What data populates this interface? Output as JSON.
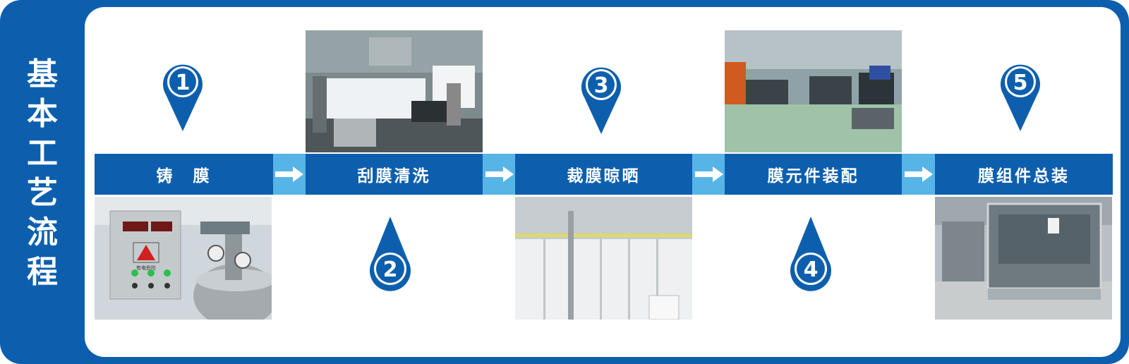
{
  "title": "基本工艺流程",
  "colors": {
    "primary": "#0d5fae",
    "band": "#57b4e7",
    "white": "#ffffff"
  },
  "steps": [
    {
      "number": "1",
      "label": "铸　膜"
    },
    {
      "number": "2",
      "label": "刮膜清洗"
    },
    {
      "number": "3",
      "label": "裁膜晾晒"
    },
    {
      "number": "4",
      "label": "膜元件装配"
    },
    {
      "number": "5",
      "label": "膜组件总装"
    }
  ],
  "panel_text": {
    "warning_label": "有电危险"
  }
}
